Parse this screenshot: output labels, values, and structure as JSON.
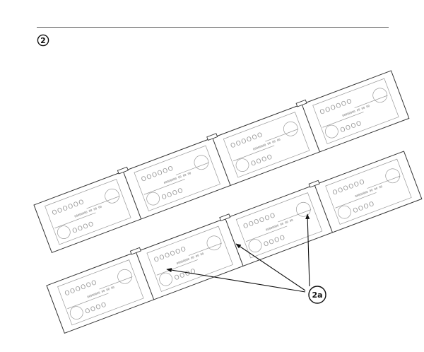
{
  "step": {
    "number": "2"
  },
  "callout": {
    "label": "2a"
  },
  "strips": [
    {
      "id": "upper",
      "segments": 4
    },
    {
      "id": "lower",
      "segments": 4
    }
  ]
}
